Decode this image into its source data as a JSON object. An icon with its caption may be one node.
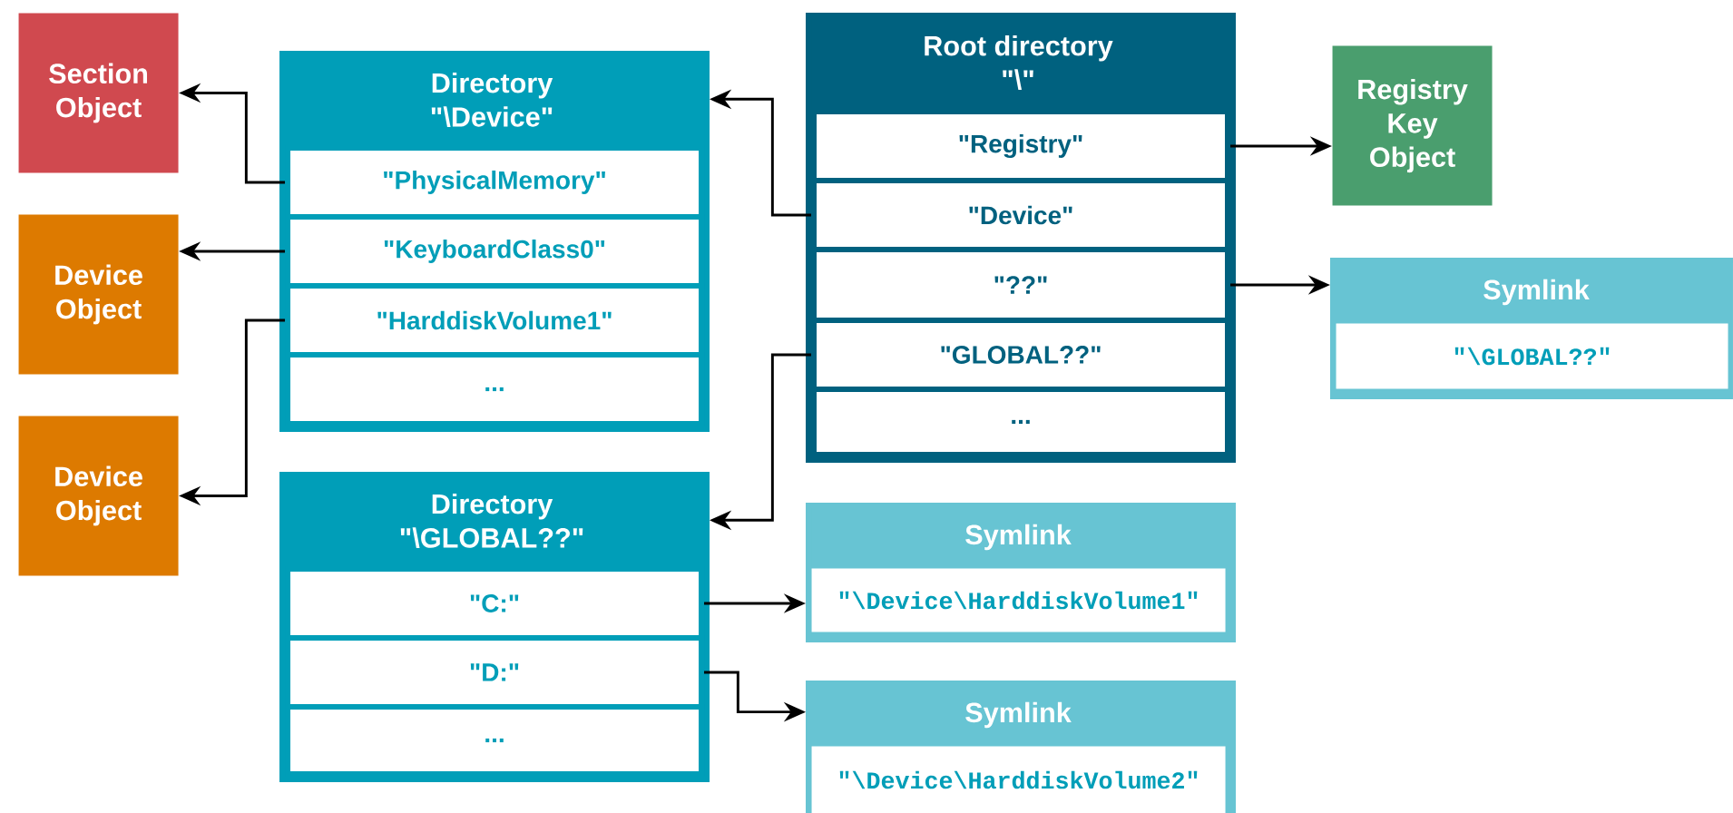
{
  "diagram": {
    "nodes": [
      {
        "text": [
          "Section Object"
        ]
      },
      {
        "text": [
          "Directory",
          "\"\\Device\""
        ]
      },
      {
        "text": [
          "\"PhysicalMemory\""
        ],
        "in": 1
      },
      {
        "text": [
          "\"KeyboardClass0\""
        ],
        "in": 1
      },
      {
        "text": [
          "\"HarddiskVolume1\""
        ],
        "in": 1
      },
      {
        "text": [
          "..."
        ],
        "in": 1
      },
      {
        "text": [
          "Root directory",
          "\"\\\""
        ]
      },
      {
        "text": [
          "\"Registry\""
        ],
        "in": 6
      },
      {
        "text": [
          "\"Device\""
        ],
        "in": 6
      },
      {
        "text": [
          "\"??\""
        ],
        "in": 6
      },
      {
        "text": [
          "\"GLOBAL??\""
        ],
        "in": 6
      },
      {
        "text": [
          "..."
        ],
        "in": 6
      },
      {
        "text": [
          "Registry Key Object"
        ]
      },
      {
        "text": [
          "Device Object"
        ]
      },
      {
        "text": [
          "Symlink",
          "\"\\GLOBAL??\""
        ]
      },
      {
        "text": [
          "Device Object"
        ]
      },
      {
        "text": [
          "Directory",
          "\"\\GLOBAL??\""
        ]
      },
      {
        "text": [
          "\"C:\""
        ],
        "in": 16
      },
      {
        "text": [
          "\"D:\""
        ],
        "in": 16
      },
      {
        "text": [
          "..."
        ],
        "in": 16
      },
      {
        "text": [
          "Symlink",
          "\"\\Device\\HarddiskVolume1\""
        ]
      },
      {
        "text": [
          "Symlink",
          "\"\\Device\\HarddiskVolume2\""
        ]
      }
    ],
    "edges": [
      {
        "from": 2,
        "to": 0,
        "arrow": "to"
      },
      {
        "from": 3,
        "to": 13,
        "arrow": "to"
      },
      {
        "from": 4,
        "to": 15,
        "arrow": "to"
      },
      {
        "from": 8,
        "to": 1,
        "arrow": "to"
      },
      {
        "from": 10,
        "to": 16,
        "arrow": "to"
      },
      {
        "from": 7,
        "to": 12,
        "arrow": "to"
      },
      {
        "from": 9,
        "to": 14,
        "arrow": "to"
      },
      {
        "from": 17,
        "to": 20,
        "arrow": "to"
      },
      {
        "from": 18,
        "to": 21,
        "arrow": "to"
      }
    ]
  }
}
